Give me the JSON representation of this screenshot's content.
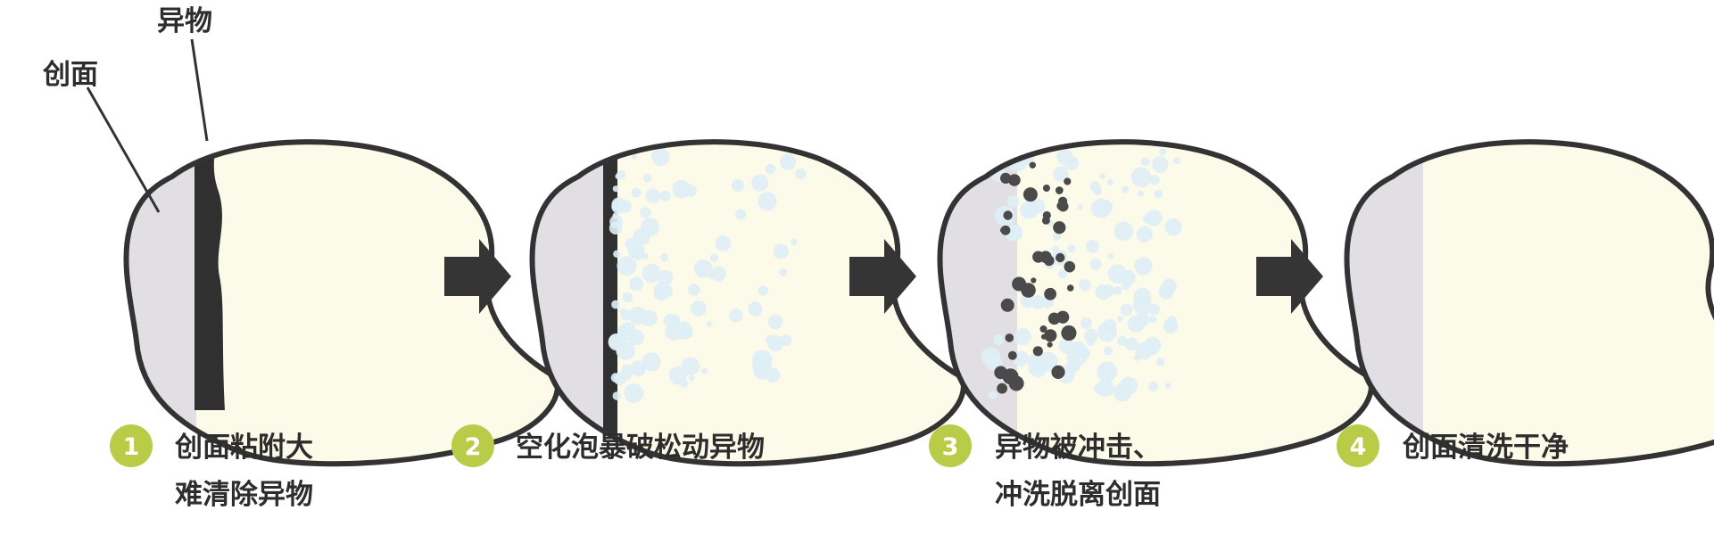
{
  "callouts": {
    "wound_surface": "创面",
    "foreign_matter": "异物"
  },
  "steps": [
    {
      "number": "1",
      "lines": [
        "创面粘附大",
        "难清除异物"
      ]
    },
    {
      "number": "2",
      "lines": [
        "空化泡暴破松动异物"
      ]
    },
    {
      "number": "3",
      "lines": [
        "异物被冲击、",
        "冲洗脱离创面"
      ]
    },
    {
      "number": "4",
      "lines": [
        "创面清洗干净"
      ]
    }
  ],
  "colors": {
    "outline": "#333333",
    "wound_fill": "#e1dfe4",
    "tissue_fill": "#fcfbe9",
    "foreign_matter": "#303030",
    "bubble": "#dfeef6",
    "debris": "#4a4a4a",
    "arrow": "#353535",
    "badge": "#b8cc48",
    "text": "#2d2d2d"
  }
}
